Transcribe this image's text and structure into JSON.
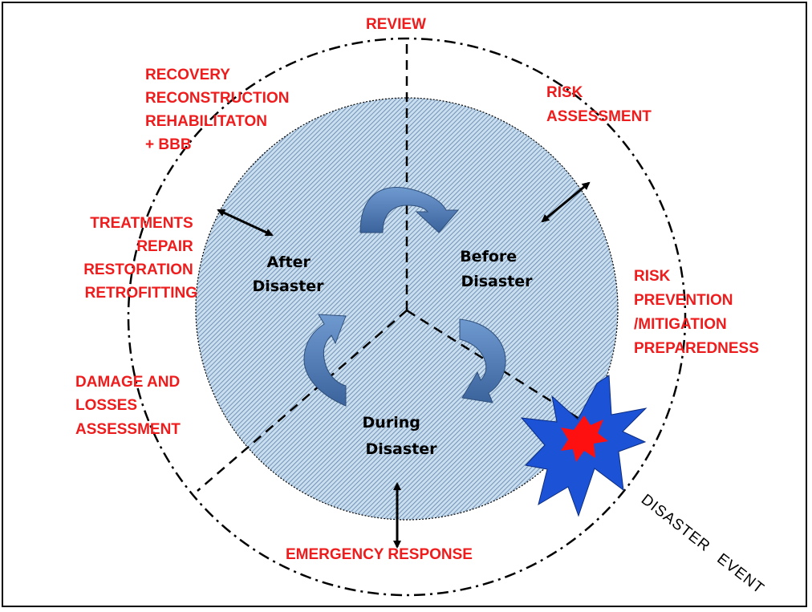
{
  "colors": {
    "label_red": "#ee1c1c",
    "inner_circle_fill": "#c9dff0",
    "inner_circle_hatch": "#5f7fa8",
    "cycle_arrow": "#4e78b2",
    "burst_outer": "#1c52d6",
    "burst_inner": "#ff1010"
  },
  "labels": {
    "review": "REVIEW",
    "recovery": [
      "RECOVERY",
      "RECONSTRUCTION",
      "REHABILITATON",
      "+ BBB"
    ],
    "risk_assessment": [
      "RISK",
      "ASSESSMENT"
    ],
    "treatments": [
      "TREATMENTS",
      "REPAIR",
      "RESTORATION",
      "RETROFITTING"
    ],
    "risk_prevention": [
      "RISK",
      "PREVENTION",
      "/MITIGATION",
      "PREPAREDNESS"
    ],
    "damage": [
      "DAMAGE  AND",
      "LOSSES",
      "ASSESSMENT"
    ],
    "emergency_response": "EMERGENCY RESPONSE",
    "disaster_event": [
      "DISASTER",
      "EVENT"
    ]
  },
  "phases": {
    "after": [
      "After",
      "Disaster"
    ],
    "before": [
      "Before",
      "Disaster"
    ],
    "during": [
      "During",
      "Disaster"
    ]
  },
  "icons": {
    "cycle_arrows": "curved-arrow-icon",
    "double_arrows": "double-headed-arrow-icon",
    "explosion": "explosion-burst-icon"
  }
}
